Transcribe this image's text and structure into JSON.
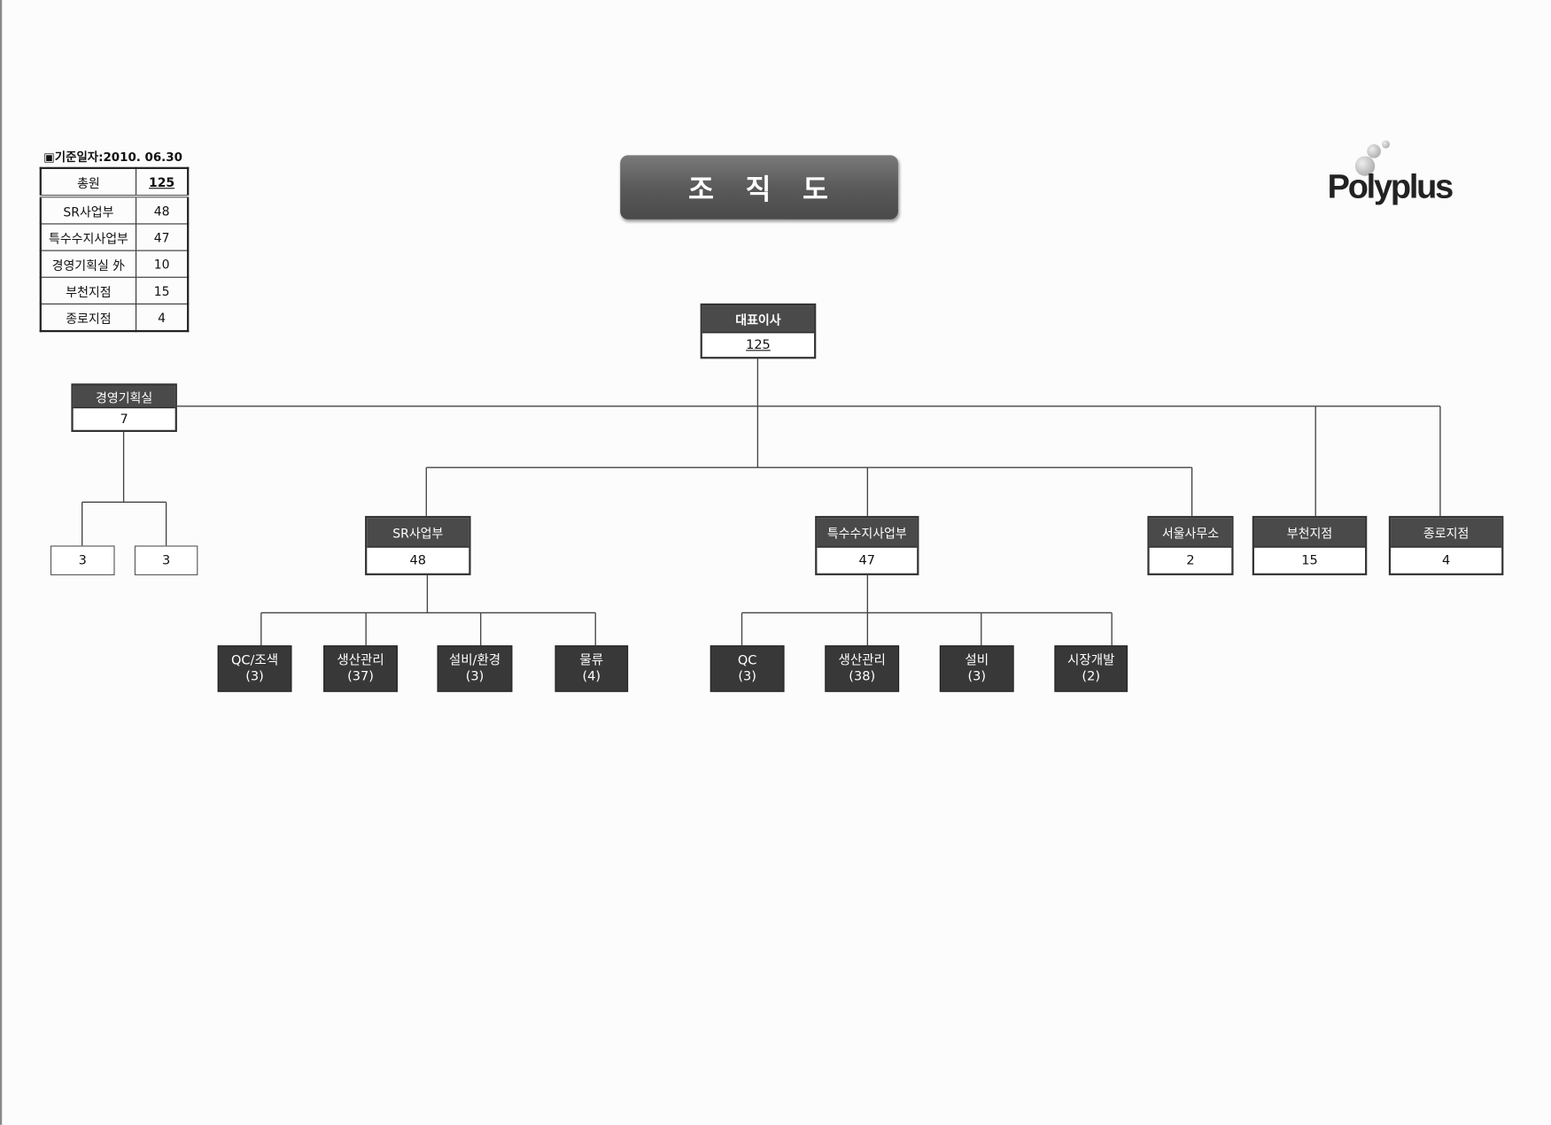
{
  "summary": {
    "date_label": "▣기준일자:2010. 06.30",
    "rows": [
      {
        "label": "총원",
        "value": "125"
      },
      {
        "label": "SR사업부",
        "value": "48"
      },
      {
        "label": "특수수지사업부",
        "value": "47"
      },
      {
        "label": "경영기획실 外",
        "value": "10"
      },
      {
        "label": "부천지점",
        "value": "15"
      },
      {
        "label": "종로지점",
        "value": "4"
      }
    ]
  },
  "title": "조직도",
  "logo": {
    "text": "Polyplus"
  },
  "org": {
    "ceo": {
      "title": "대표이사",
      "count": "125"
    },
    "planning": {
      "title": "경영기획실",
      "count": "7",
      "subunits": [
        "3",
        "3"
      ]
    },
    "sr": {
      "title": "SR사업부",
      "count": "48"
    },
    "special": {
      "title": "특수수지사업부",
      "count": "47"
    },
    "seoul": {
      "title": "서울사무소",
      "count": "2"
    },
    "bucheon": {
      "title": "부천지점",
      "count": "15"
    },
    "jongno": {
      "title": "종로지점",
      "count": "4"
    },
    "sr_teams": [
      {
        "name": "QC/조색",
        "count": "(3)"
      },
      {
        "name": "생산관리",
        "count": "(37)"
      },
      {
        "name": "설비/환경",
        "count": "(3)"
      },
      {
        "name": "물류",
        "count": "(4)"
      }
    ],
    "special_teams": [
      {
        "name": "QC",
        "count": "(3)"
      },
      {
        "name": "생산관리",
        "count": "(38)"
      },
      {
        "name": "설비",
        "count": "(3)"
      },
      {
        "name": "시장개발",
        "count": "(2)"
      }
    ]
  }
}
